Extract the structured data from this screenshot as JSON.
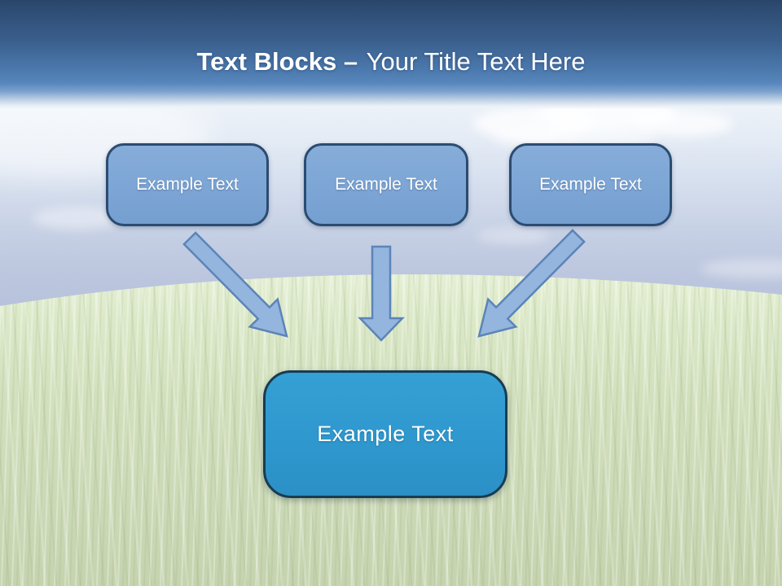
{
  "slide": {
    "title": {
      "bold": "Text Blocks –",
      "regular": "Your Title Text Here"
    }
  },
  "diagram": {
    "source_blocks": [
      {
        "label": "Example Text"
      },
      {
        "label": "Example Text"
      },
      {
        "label": "Example Text"
      }
    ],
    "target_block": {
      "label": "Example Text"
    },
    "arrows": [
      {
        "name": "arrow-down-right",
        "from": "block-1",
        "to": "target"
      },
      {
        "name": "arrow-down",
        "from": "block-2",
        "to": "target"
      },
      {
        "name": "arrow-down-left",
        "from": "block-3",
        "to": "target"
      }
    ]
  },
  "colors": {
    "header_top": "#2e4c73",
    "header_bottom": "#5786bc",
    "title_text": "#ffffff",
    "source_block_fill": "#7ea7d6",
    "source_block_border": "#2b4c71",
    "target_block_fill": "#2f99cf",
    "target_block_border": "#183c51",
    "arrow_fill": "#93b5de",
    "arrow_stroke": "#5c84b8",
    "sky": "#b9c4de",
    "grass": "#d4e2bf"
  },
  "background": {
    "description": "photo of grassy hill under blue sky with white clouds"
  }
}
